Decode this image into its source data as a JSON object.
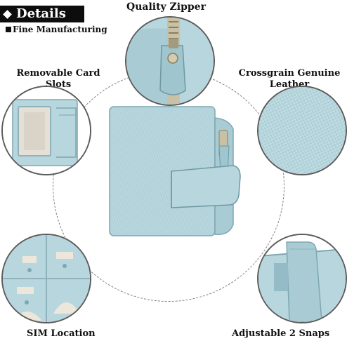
{
  "banner": {
    "title": "Details"
  },
  "subheading": "Fine Manufacturing",
  "callouts": {
    "quality_zipper": "Quality Zipper",
    "removable_card_slots": "Removable Card\nSlots",
    "crossgrain_leather": "Crossgrain Genuine\nLeather",
    "sim_location": "SIM Location",
    "adjustable_snaps": "Adjustable 2 Snaps"
  },
  "colors": {
    "leather": "#b7d6dd",
    "leather_dark": "#95bcc6",
    "leather_shadow": "#7ea7b2",
    "outline": "#5b5b5b"
  }
}
